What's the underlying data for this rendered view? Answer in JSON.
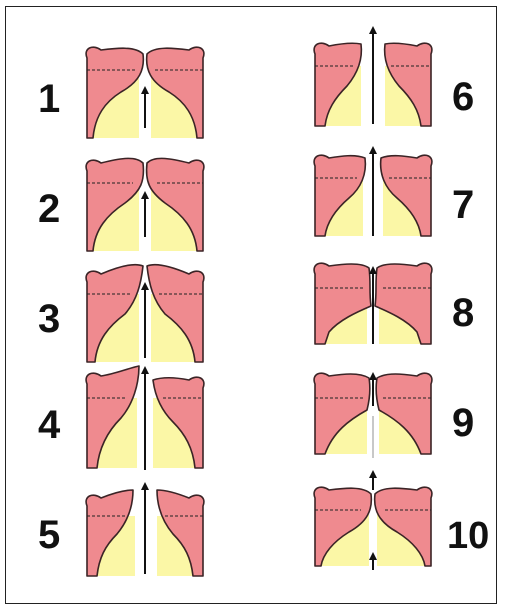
{
  "figure": {
    "steps": [
      {
        "label": "1"
      },
      {
        "label": "2"
      },
      {
        "label": "3"
      },
      {
        "label": "4"
      },
      {
        "label": "5"
      },
      {
        "label": "6"
      },
      {
        "label": "7"
      },
      {
        "label": "8"
      },
      {
        "label": "9"
      },
      {
        "label": "10"
      }
    ]
  },
  "colors": {
    "fold_fill": "#ef8a8f",
    "fold_outline": "#3b2426",
    "pool_fill": "#fbf7a6",
    "arrow": "#111111",
    "faint_arrow": "#c8c8c8",
    "frame": "#222222"
  }
}
